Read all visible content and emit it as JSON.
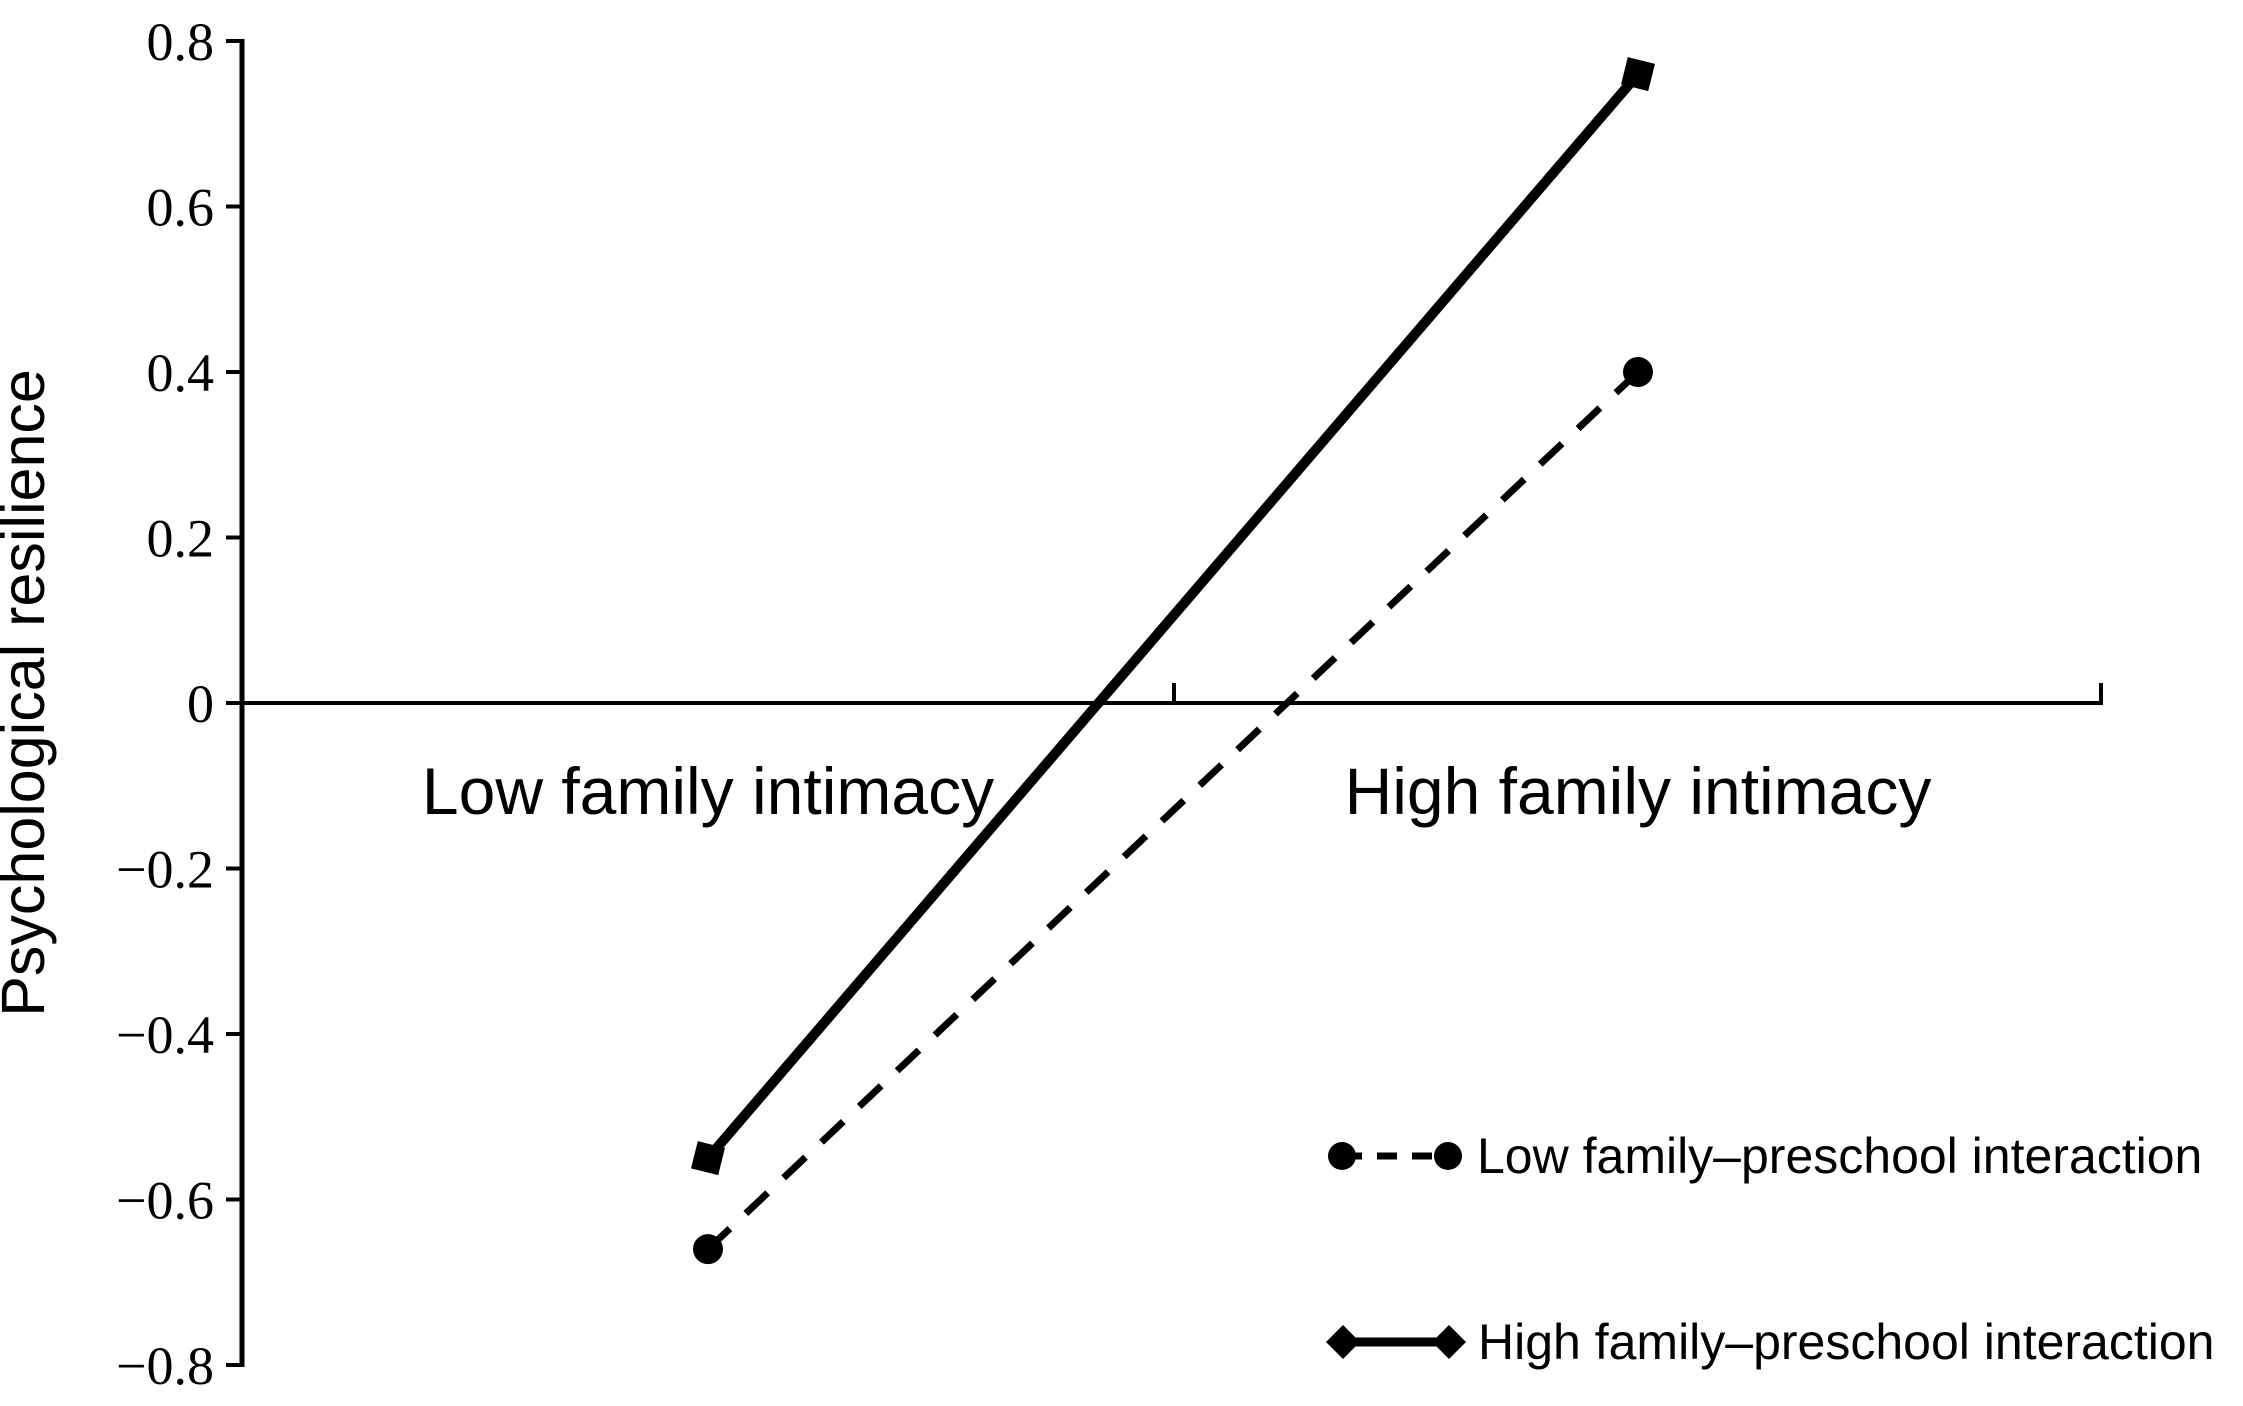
{
  "figure": {
    "background_color": "#ffffff",
    "ink_color": "#000000"
  },
  "chart_data": {
    "type": "line",
    "title": "",
    "xlabel": "",
    "ylabel": "Psychological resilience",
    "categories": [
      "Low family intimacy",
      "High family intimacy"
    ],
    "series": [
      {
        "name": "Low family–preschool interaction",
        "values": [
          -0.66,
          0.4
        ],
        "line_style": "dashed",
        "marker": "circle",
        "color": "#000000"
      },
      {
        "name": "High family–preschool interaction",
        "values": [
          -0.55,
          0.76
        ],
        "line_style": "solid",
        "marker": "square",
        "color": "#000000"
      }
    ],
    "ylim": [
      -0.8,
      0.8
    ],
    "y_ticks": [
      0.8,
      0.6,
      0.4,
      0.2,
      0,
      -0.2,
      -0.4,
      -0.6,
      -0.8
    ],
    "y_tick_labels": [
      "0.8",
      "0.6",
      "0.4",
      "0.2",
      "0",
      "−0.2",
      "−0.4",
      "−0.6",
      "−0.8"
    ],
    "x_axis_crosses_at": 0,
    "grid": false,
    "legend_position": "lower right"
  }
}
